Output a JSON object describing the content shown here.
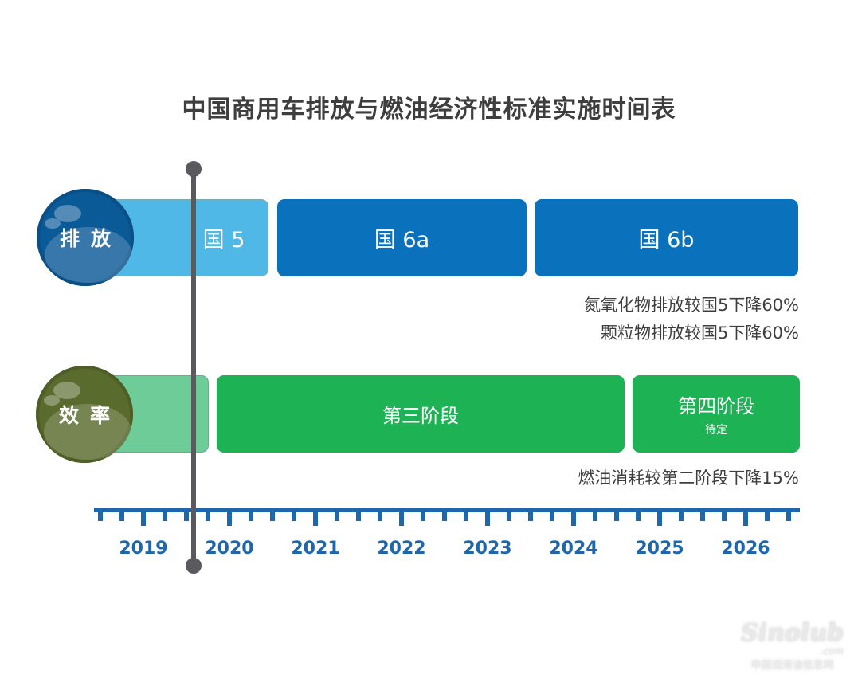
{
  "title": "中国商用车排放与燃油经济性标准实施时间表",
  "rows": {
    "emission": {
      "label": "排放",
      "color": "#0b5a98",
      "bars": [
        {
          "label": "国 5",
          "color": "#4fb8e6"
        },
        {
          "label": "国 6a",
          "color": "#0a72bd"
        },
        {
          "label": "国 6b",
          "color": "#0a72bd"
        }
      ],
      "notes": [
        "氮氧化物排放较国5下降60%",
        "颗粒物排放较国5下降60%"
      ]
    },
    "efficiency": {
      "label": "效率",
      "color": "#5a6b2e",
      "bars": [
        {
          "label": "",
          "color": "#6dcc97"
        },
        {
          "label": "第三阶段",
          "color": "#1db254"
        },
        {
          "label": "第四阶段",
          "sub": "待定",
          "color": "#1db254"
        }
      ],
      "notes": [
        "燃油消耗较第二阶段下降15%"
      ]
    }
  },
  "axis": {
    "years": [
      "2019",
      "2020",
      "2021",
      "2022",
      "2023",
      "2024",
      "2025",
      "2026"
    ],
    "color": "#1f67ad"
  },
  "marker_color": "#5a5a5e",
  "watermark": {
    "brand": "Sinolub",
    "domain": ".com",
    "text": "中国润滑油信息网"
  }
}
